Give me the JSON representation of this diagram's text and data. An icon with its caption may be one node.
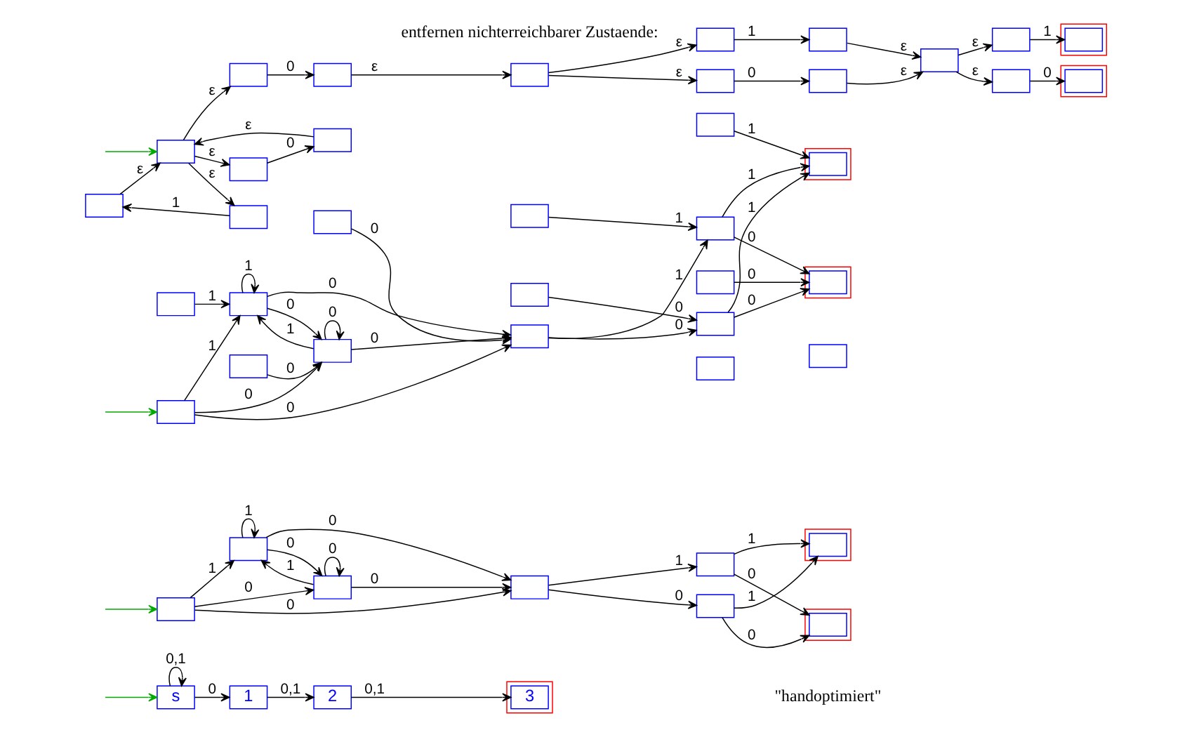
{
  "diagram": {
    "nodes": [
      {
        "text": [],
        "shape": "box"
      },
      {
        "text": [],
        "shape": "box"
      },
      {
        "text": [],
        "shape": "box"
      },
      {
        "text": [],
        "shape": "box"
      },
      {
        "text": [],
        "shape": "box"
      },
      {
        "text": [],
        "shape": "box"
      },
      {
        "text": [],
        "shape": "box"
      },
      {
        "text": [],
        "shape": "box"
      },
      {
        "text": [],
        "shape": "box"
      },
      {
        "text": [],
        "shape": "box"
      },
      {
        "text": [],
        "shape": "box"
      },
      {
        "text": [],
        "shape": "box"
      },
      {
        "text": [],
        "shape": "box"
      },
      {
        "text": [],
        "shape": "box"
      },
      {
        "text": [],
        "shape": "box"
      },
      {
        "text": [],
        "shape": "box"
      },
      {
        "text": [],
        "shape": "box",
        "in": 15
      },
      {
        "text": [],
        "shape": "box"
      },
      {
        "text": [],
        "shape": "box",
        "in": 17
      },
      {
        "text": [],
        "shape": "box"
      },
      {
        "text": [],
        "shape": "box"
      },
      {
        "text": [],
        "shape": "box"
      },
      {
        "text": [],
        "shape": "box"
      },
      {
        "text": [],
        "shape": "box"
      },
      {
        "text": [],
        "shape": "box"
      },
      {
        "text": [],
        "shape": "box"
      },
      {
        "text": [],
        "shape": "box"
      },
      {
        "text": [],
        "shape": "box"
      },
      {
        "text": [],
        "shape": "box"
      },
      {
        "text": [],
        "shape": "box"
      },
      {
        "text": [],
        "shape": "box"
      },
      {
        "text": [],
        "shape": "box"
      },
      {
        "text": [],
        "shape": "box"
      },
      {
        "text": [],
        "shape": "box"
      },
      {
        "text": [],
        "shape": "box"
      },
      {
        "text": [],
        "shape": "box",
        "in": 34
      },
      {
        "text": [],
        "shape": "box"
      },
      {
        "text": [],
        "shape": "box",
        "in": 36
      },
      {
        "text": [],
        "shape": "box"
      },
      {
        "text": [],
        "shape": "box"
      },
      {
        "text": [],
        "shape": "box"
      },
      {
        "text": [],
        "shape": "box"
      },
      {
        "text": [],
        "shape": "box"
      },
      {
        "text": [],
        "shape": "box"
      },
      {
        "text": [],
        "shape": "box"
      },
      {
        "text": [],
        "shape": "box",
        "in": 44
      },
      {
        "text": [],
        "shape": "box"
      },
      {
        "text": [],
        "shape": "box",
        "in": 46
      },
      {
        "text": [
          "s"
        ]
      },
      {
        "text": [
          "1"
        ]
      },
      {
        "text": [
          "2"
        ]
      },
      {
        "text": [],
        "shape": "box"
      },
      {
        "text": [
          "3"
        ],
        "in": 51
      }
    ],
    "edges": [
      {
        "from": null,
        "to": 0,
        "arrow": "to",
        "color": "#00aa00"
      },
      {
        "from": 0,
        "to": 1,
        "arrow": "to",
        "label": "ε"
      },
      {
        "from": 0,
        "to": 2,
        "arrow": "to",
        "label": "ε"
      },
      {
        "from": 1,
        "to": 3,
        "arrow": "to",
        "label": "0"
      },
      {
        "from": 2,
        "to": 4,
        "arrow": "to",
        "label": "1"
      },
      {
        "from": 3,
        "to": 0,
        "arrow": "to",
        "label": "ε"
      },
      {
        "from": 4,
        "to": 0,
        "arrow": "to",
        "label": "ε"
      },
      {
        "from": 0,
        "to": 5,
        "arrow": "to",
        "label": "ε"
      },
      {
        "from": 5,
        "to": 6,
        "arrow": "to",
        "label": "0"
      },
      {
        "from": 6,
        "to": 7,
        "arrow": "to",
        "label": "ε"
      },
      {
        "from": 7,
        "to": 8,
        "arrow": "to",
        "label": "ε"
      },
      {
        "from": 7,
        "to": 9,
        "arrow": "to",
        "label": "ε"
      },
      {
        "from": 8,
        "to": 10,
        "arrow": "to",
        "label": "0"
      },
      {
        "from": 9,
        "to": 11,
        "arrow": "to",
        "label": "1"
      },
      {
        "from": 10,
        "to": 12,
        "arrow": "to",
        "label": "ε"
      },
      {
        "from": 11,
        "to": 12,
        "arrow": "to",
        "label": "ε"
      },
      {
        "from": 12,
        "to": 13,
        "arrow": "to",
        "label": "ε"
      },
      {
        "from": 12,
        "to": 14,
        "arrow": "to",
        "label": "ε"
      },
      {
        "from": 13,
        "to": 16,
        "arrow": "to",
        "label": "0"
      },
      {
        "from": 14,
        "to": 18,
        "arrow": "to",
        "label": "1"
      },
      {
        "from": null,
        "to": 19,
        "arrow": "to",
        "color": "#00aa00"
      },
      {
        "from": 19,
        "to": 22,
        "arrow": "to",
        "label": "0"
      },
      {
        "from": 19,
        "to": 23,
        "arrow": "to",
        "label": "1"
      },
      {
        "from": 20,
        "to": 22,
        "arrow": "to",
        "label": "0"
      },
      {
        "from": 21,
        "to": 23,
        "arrow": "to",
        "label": "1"
      },
      {
        "from": 22,
        "to": 22,
        "arrow": "to",
        "label": "0"
      },
      {
        "from": 23,
        "to": 23,
        "arrow": "to",
        "label": "1"
      },
      {
        "from": 22,
        "to": 23,
        "arrow": "to",
        "label": "1"
      },
      {
        "from": 23,
        "to": 22,
        "arrow": "to",
        "label": "0"
      },
      {
        "from": 19,
        "to": 25,
        "arrow": "to",
        "label": "0"
      },
      {
        "from": 22,
        "to": 25,
        "arrow": "to",
        "label": "0"
      },
      {
        "from": 24,
        "to": 25,
        "arrow": "to",
        "label": "0"
      },
      {
        "from": 23,
        "to": 25,
        "arrow": "to",
        "label": "0"
      },
      {
        "from": 25,
        "to": 29,
        "arrow": "to",
        "label": "0"
      },
      {
        "from": 25,
        "to": 30,
        "arrow": "to",
        "label": "1"
      },
      {
        "from": 27,
        "to": 29,
        "arrow": "to",
        "label": "0"
      },
      {
        "from": 28,
        "to": 30,
        "arrow": "to",
        "label": "1"
      },
      {
        "from": 29,
        "to": 35,
        "arrow": "to",
        "label": "0"
      },
      {
        "from": 29,
        "to": 37,
        "arrow": "to",
        "label": "1"
      },
      {
        "from": 30,
        "to": 35,
        "arrow": "to",
        "label": "0"
      },
      {
        "from": 30,
        "to": 37,
        "arrow": "to",
        "label": "1"
      },
      {
        "from": 32,
        "to": 35,
        "arrow": "to",
        "label": "0"
      },
      {
        "from": 33,
        "to": 37,
        "arrow": "to",
        "label": "1"
      },
      {
        "from": null,
        "to": 38,
        "arrow": "to",
        "color": "#00aa00"
      },
      {
        "from": 38,
        "to": 39,
        "arrow": "to",
        "label": "0"
      },
      {
        "from": 38,
        "to": 40,
        "arrow": "to",
        "label": "1"
      },
      {
        "from": 38,
        "to": 41,
        "arrow": "to",
        "label": "0"
      },
      {
        "from": 39,
        "to": 39,
        "arrow": "to",
        "label": "0"
      },
      {
        "from": 40,
        "to": 40,
        "arrow": "to",
        "label": "1"
      },
      {
        "from": 39,
        "to": 40,
        "arrow": "to",
        "label": "1"
      },
      {
        "from": 40,
        "to": 39,
        "arrow": "to",
        "label": "0"
      },
      {
        "from": 39,
        "to": 41,
        "arrow": "to",
        "label": "0"
      },
      {
        "from": 40,
        "to": 41,
        "arrow": "to",
        "label": "0"
      },
      {
        "from": 41,
        "to": 42,
        "arrow": "to",
        "label": "0"
      },
      {
        "from": 41,
        "to": 43,
        "arrow": "to",
        "label": "1"
      },
      {
        "from": 42,
        "to": 45,
        "arrow": "to",
        "label": "0"
      },
      {
        "from": 42,
        "to": 47,
        "arrow": "to",
        "label": "1"
      },
      {
        "from": 43,
        "to": 45,
        "arrow": "to",
        "label": "0"
      },
      {
        "from": 43,
        "to": 47,
        "arrow": "to",
        "label": "1"
      },
      {
        "from": null,
        "to": 48,
        "arrow": "to",
        "color": "#00aa00"
      },
      {
        "from": 48,
        "to": 48,
        "arrow": "to",
        "label": "0,1"
      },
      {
        "from": 48,
        "to": 49,
        "arrow": "to",
        "label": "0"
      },
      {
        "from": 49,
        "to": 50,
        "arrow": "to",
        "label": "0,1"
      },
      {
        "from": 50,
        "to": 52,
        "arrow": "to",
        "label": "0,1"
      }
    ],
    "labels": [
      "entfernen nichterreichbarer Zustaende:",
      "\"handoptimiert\""
    ]
  }
}
